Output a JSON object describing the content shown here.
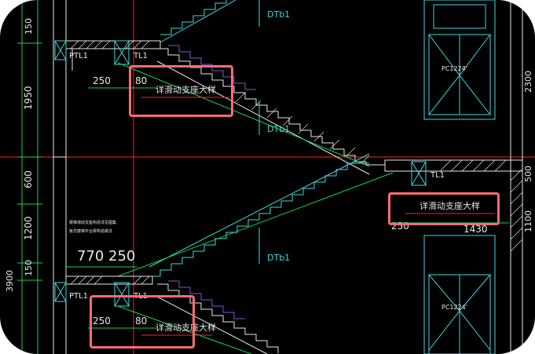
{
  "drawing": {
    "colors": {
      "background": "#000000",
      "stair_cyan": "#3fd9e0",
      "green": "#19d24a",
      "white": "#e9e9e9",
      "purple": "#8a4fd6",
      "red": "#ff1f1f",
      "highlight": "#ff6b73"
    },
    "labels": {
      "dtb1": "DTb1",
      "ptl1": "PTL1",
      "tl1": "TL1",
      "window": "PC1224'",
      "detail_note": "详滑动支座大样",
      "tiny_note_1": "楼梯滑动支座构造详见图集",
      "tiny_note_2": "板式楼梯平台梁构造做法"
    },
    "dims": {
      "left_v": [
        "150",
        "1950",
        "600",
        "1200",
        "150",
        "3900"
      ],
      "right_v": [
        "2300",
        "500",
        "1100"
      ],
      "d250": "250",
      "d80": "80",
      "d770": "770",
      "d1430": "1430"
    }
  }
}
